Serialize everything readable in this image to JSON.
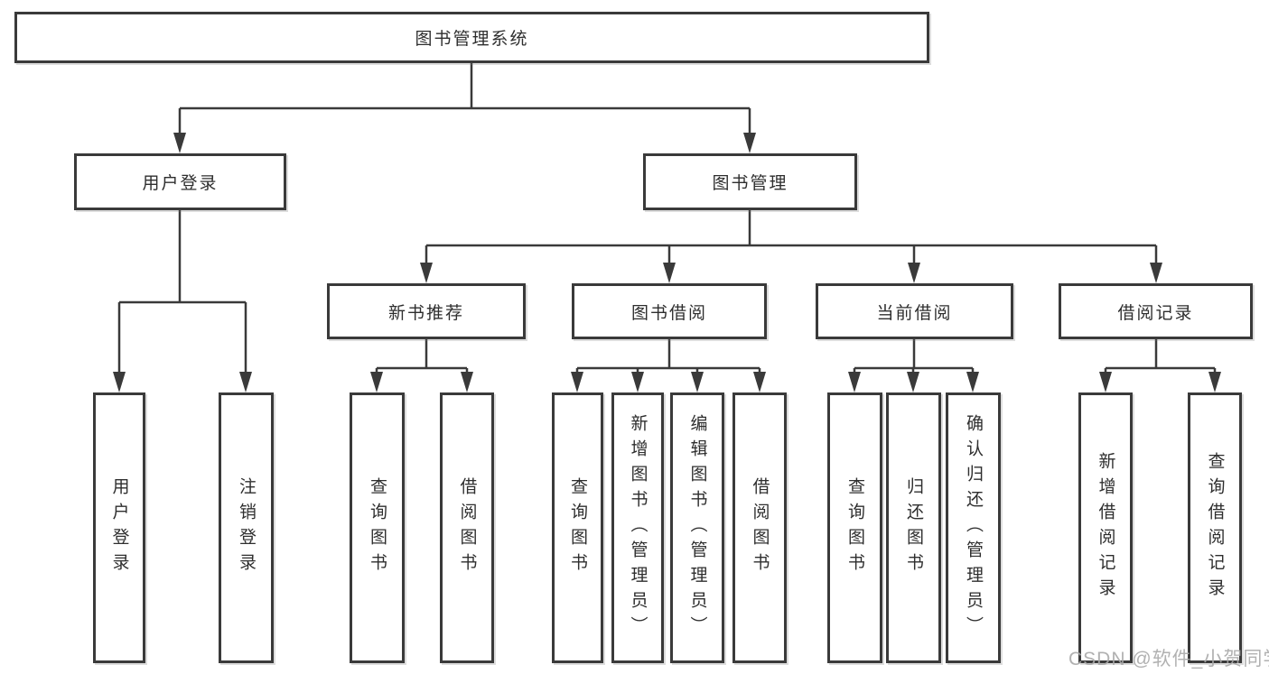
{
  "diagram": {
    "type": "hierarchy-tree",
    "root": {
      "label": "图书管理系统"
    },
    "level2": [
      {
        "label": "用户登录",
        "parent": "图书管理系统"
      },
      {
        "label": "图书管理",
        "parent": "图书管理系统"
      }
    ],
    "level3": [
      {
        "label": "新书推荐",
        "parent": "图书管理"
      },
      {
        "label": "图书借阅",
        "parent": "图书管理"
      },
      {
        "label": "当前借阅",
        "parent": "图书管理"
      },
      {
        "label": "借阅记录",
        "parent": "图书管理"
      }
    ],
    "leaves": [
      {
        "label": "用户登录",
        "parent": "用户登录"
      },
      {
        "label": "注销登录",
        "parent": "用户登录"
      },
      {
        "label": "查询图书",
        "parent": "新书推荐"
      },
      {
        "label": "借阅图书",
        "parent": "新书推荐"
      },
      {
        "label": "查询图书",
        "parent": "图书借阅"
      },
      {
        "label": "新增图书（管理员）",
        "parent": "图书借阅"
      },
      {
        "label": "编辑图书（管理员）",
        "parent": "图书借阅"
      },
      {
        "label": "借阅图书",
        "parent": "图书借阅"
      },
      {
        "label": "查询图书",
        "parent": "当前借阅"
      },
      {
        "label": "归还图书",
        "parent": "当前借阅"
      },
      {
        "label": "确认归还（管理员）",
        "parent": "当前借阅"
      },
      {
        "label": "新增借阅记录",
        "parent": "借阅记录"
      },
      {
        "label": "查询借阅记录",
        "parent": "借阅记录"
      }
    ]
  },
  "watermark": "CSDN @软件_小贺同学",
  "colors": {
    "line": "#3a3a3a",
    "text": "#2e2e2e",
    "watermark": "#a8a8a8",
    "background": "#ffffff"
  }
}
